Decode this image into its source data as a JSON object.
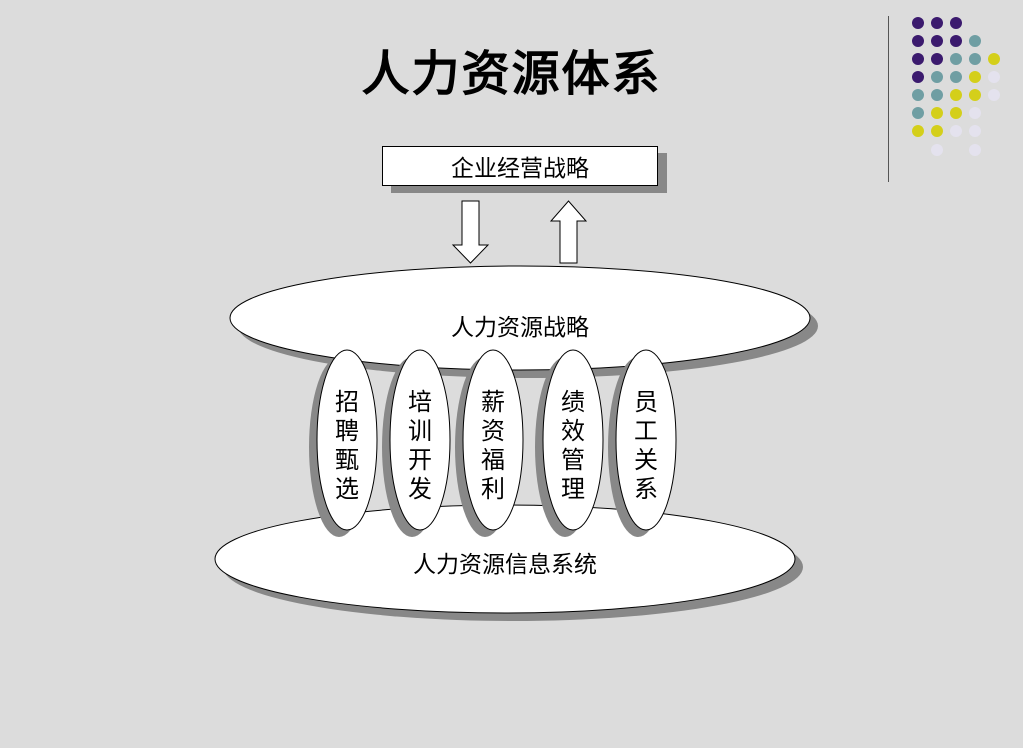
{
  "slide": {
    "title": "人力资源体系",
    "top_box": "企业经营战略",
    "strategy_ellipse": "人力资源战略",
    "system_ellipse": "人力资源信息系统",
    "pillars": [
      {
        "label": "招聘甄选"
      },
      {
        "label": "培训开发"
      },
      {
        "label": "薪资福利"
      },
      {
        "label": "绩效管理"
      },
      {
        "label": "员工关系"
      }
    ]
  },
  "colors": {
    "background": "#dcdcdc",
    "purple": "#3b1a6e",
    "teal": "#6f9ea3",
    "yellow": "#d4cf1a",
    "lavender": "#e4e2ee",
    "shadow": "#888888"
  }
}
